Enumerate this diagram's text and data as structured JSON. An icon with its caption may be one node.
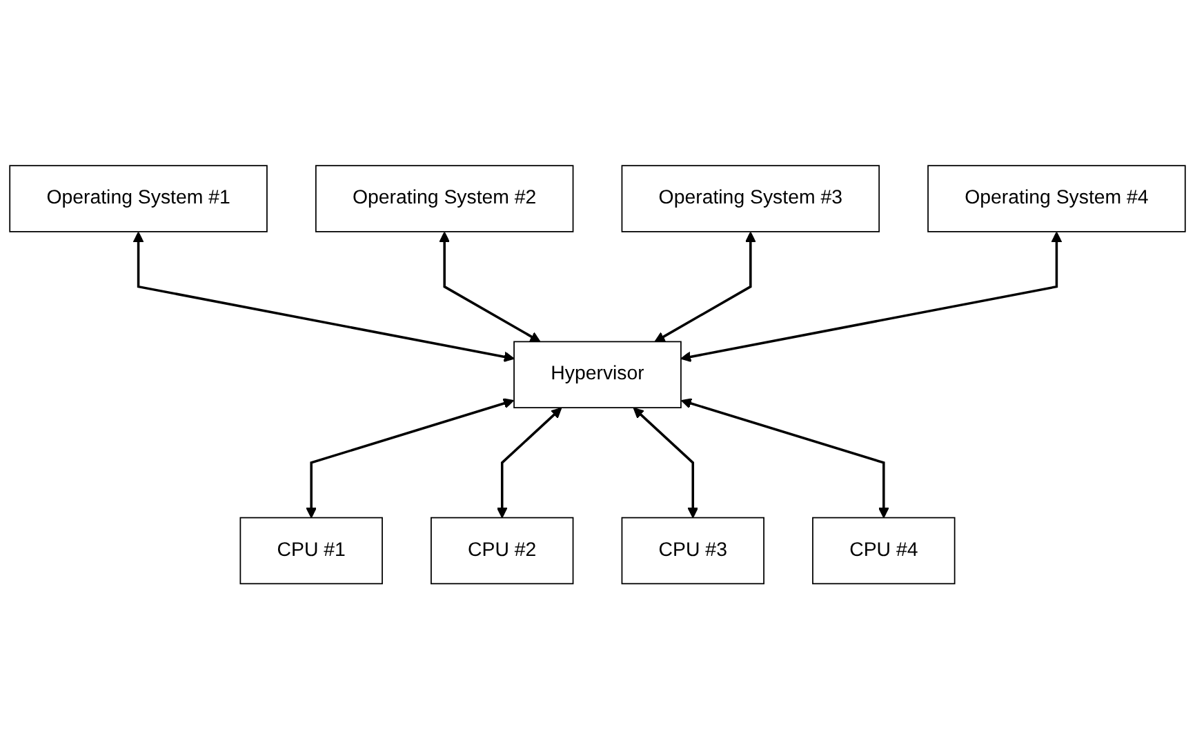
{
  "diagram": {
    "nodes": [
      {
        "text": [
          "Operating System #1"
        ]
      },
      {
        "text": [
          "Operating System #2"
        ]
      },
      {
        "text": [
          "Operating System #3"
        ]
      },
      {
        "text": [
          "Operating System #4"
        ]
      },
      {
        "text": [
          "Hypervisor"
        ]
      },
      {
        "text": [
          "CPU #1"
        ]
      },
      {
        "text": [
          "CPU #2"
        ]
      },
      {
        "text": [
          "CPU #3"
        ]
      },
      {
        "text": [
          "CPU #4"
        ]
      }
    ],
    "edges": [
      {
        "from": 0,
        "to": 4,
        "arrow": "both"
      },
      {
        "from": 1,
        "to": 4,
        "arrow": "both"
      },
      {
        "from": 2,
        "to": 4,
        "arrow": "both"
      },
      {
        "from": 3,
        "to": 4,
        "arrow": "both"
      },
      {
        "from": 4,
        "to": 5,
        "arrow": "both"
      },
      {
        "from": 4,
        "to": 6,
        "arrow": "both"
      },
      {
        "from": 4,
        "to": 7,
        "arrow": "both"
      },
      {
        "from": 4,
        "to": 8,
        "arrow": "both"
      }
    ]
  }
}
